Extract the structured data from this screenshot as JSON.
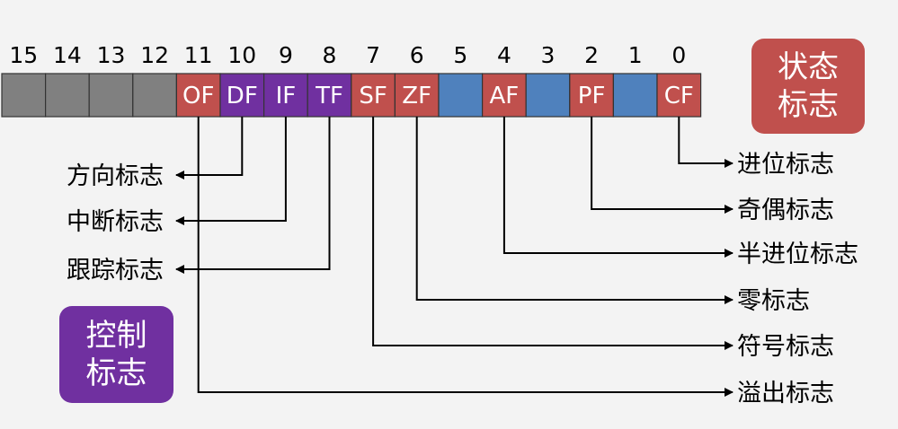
{
  "bit_numbers": [
    "15",
    "14",
    "13",
    "12",
    "11",
    "10",
    "9",
    "8",
    "7",
    "6",
    "5",
    "4",
    "3",
    "2",
    "1",
    "0"
  ],
  "registers": [
    {
      "bit": "15",
      "flag": "",
      "kind": "unused"
    },
    {
      "bit": "14",
      "flag": "",
      "kind": "unused"
    },
    {
      "bit": "13",
      "flag": "",
      "kind": "unused"
    },
    {
      "bit": "12",
      "flag": "",
      "kind": "unused"
    },
    {
      "bit": "11",
      "flag": "OF",
      "kind": "status"
    },
    {
      "bit": "10",
      "flag": "DF",
      "kind": "control"
    },
    {
      "bit": "9",
      "flag": "IF",
      "kind": "control"
    },
    {
      "bit": "8",
      "flag": "TF",
      "kind": "control"
    },
    {
      "bit": "7",
      "flag": "SF",
      "kind": "status"
    },
    {
      "bit": "6",
      "flag": "ZF",
      "kind": "status"
    },
    {
      "bit": "5",
      "flag": "",
      "kind": "reserved"
    },
    {
      "bit": "4",
      "flag": "AF",
      "kind": "status"
    },
    {
      "bit": "3",
      "flag": "",
      "kind": "reserved"
    },
    {
      "bit": "2",
      "flag": "PF",
      "kind": "status"
    },
    {
      "bit": "1",
      "flag": "",
      "kind": "reserved"
    },
    {
      "bit": "0",
      "flag": "CF",
      "kind": "status"
    }
  ],
  "left_labels": [
    {
      "bit": "10",
      "text": "方向标志"
    },
    {
      "bit": "9",
      "text": "中断标志"
    },
    {
      "bit": "8",
      "text": "跟踪标志"
    }
  ],
  "right_labels": [
    {
      "bit": "0",
      "text": "进位标志"
    },
    {
      "bit": "2",
      "text": "奇偶标志"
    },
    {
      "bit": "4",
      "text": "半进位标志"
    },
    {
      "bit": "6",
      "text": "零标志"
    },
    {
      "bit": "7",
      "text": "符号标志"
    },
    {
      "bit": "11",
      "text": "溢出标志"
    }
  ],
  "badges": {
    "status": {
      "line1": "状态",
      "line2": "标志"
    },
    "control": {
      "line1": "控制",
      "line2": "标志"
    }
  },
  "colors": {
    "unused": "#808080",
    "status": "#c0504d",
    "control": "#7030a0",
    "reserved": "#4f81bd",
    "text": "#000000",
    "background": "#f3f3f3"
  }
}
